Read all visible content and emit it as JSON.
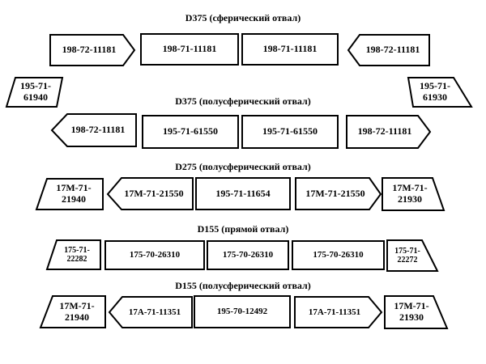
{
  "sections": [
    {
      "title": "D375 (сферический отвал)"
    },
    {
      "title": "D375 (полусферический отвал)"
    },
    {
      "title": "D275 (полусферический отвал)"
    },
    {
      "title": "D155 (прямой отвал)"
    },
    {
      "title": "D155 (полусферический отвал)"
    }
  ],
  "parts": {
    "d375s_left": "198-72-11181",
    "d375s_mid1": "198-71-11181",
    "d375s_mid2": "198-71-11181",
    "d375s_right": "198-72-11181",
    "d375_corner_left": "195-71- 61940",
    "d375_corner_right": "195-71- 61930",
    "d375h_left": "198-72-11181",
    "d375h_mid1": "195-71-61550",
    "d375h_mid2": "195-71-61550",
    "d375h_right": "198-72-11181",
    "d275_corner_left": "17M-71- 21940",
    "d275_left": "17M-71-21550",
    "d275_mid": "195-71-11654",
    "d275_right": "17M-71-21550",
    "d275_corner_right": "17M-71- 21930",
    "d155s_corner_left": "175-71- 22282",
    "d155s_mid1": "175-70-26310",
    "d155s_mid2": "175-70-26310",
    "d155s_mid3": "175-70-26310",
    "d155s_corner_right": "175-71- 22272",
    "d155h_corner_left": "17M-71- 21940",
    "d155h_left": "17A-71-11351",
    "d155h_mid": "195-70-12492",
    "d155h_right": "17A-71-11351",
    "d155h_corner_right": "17M-71- 21930"
  }
}
